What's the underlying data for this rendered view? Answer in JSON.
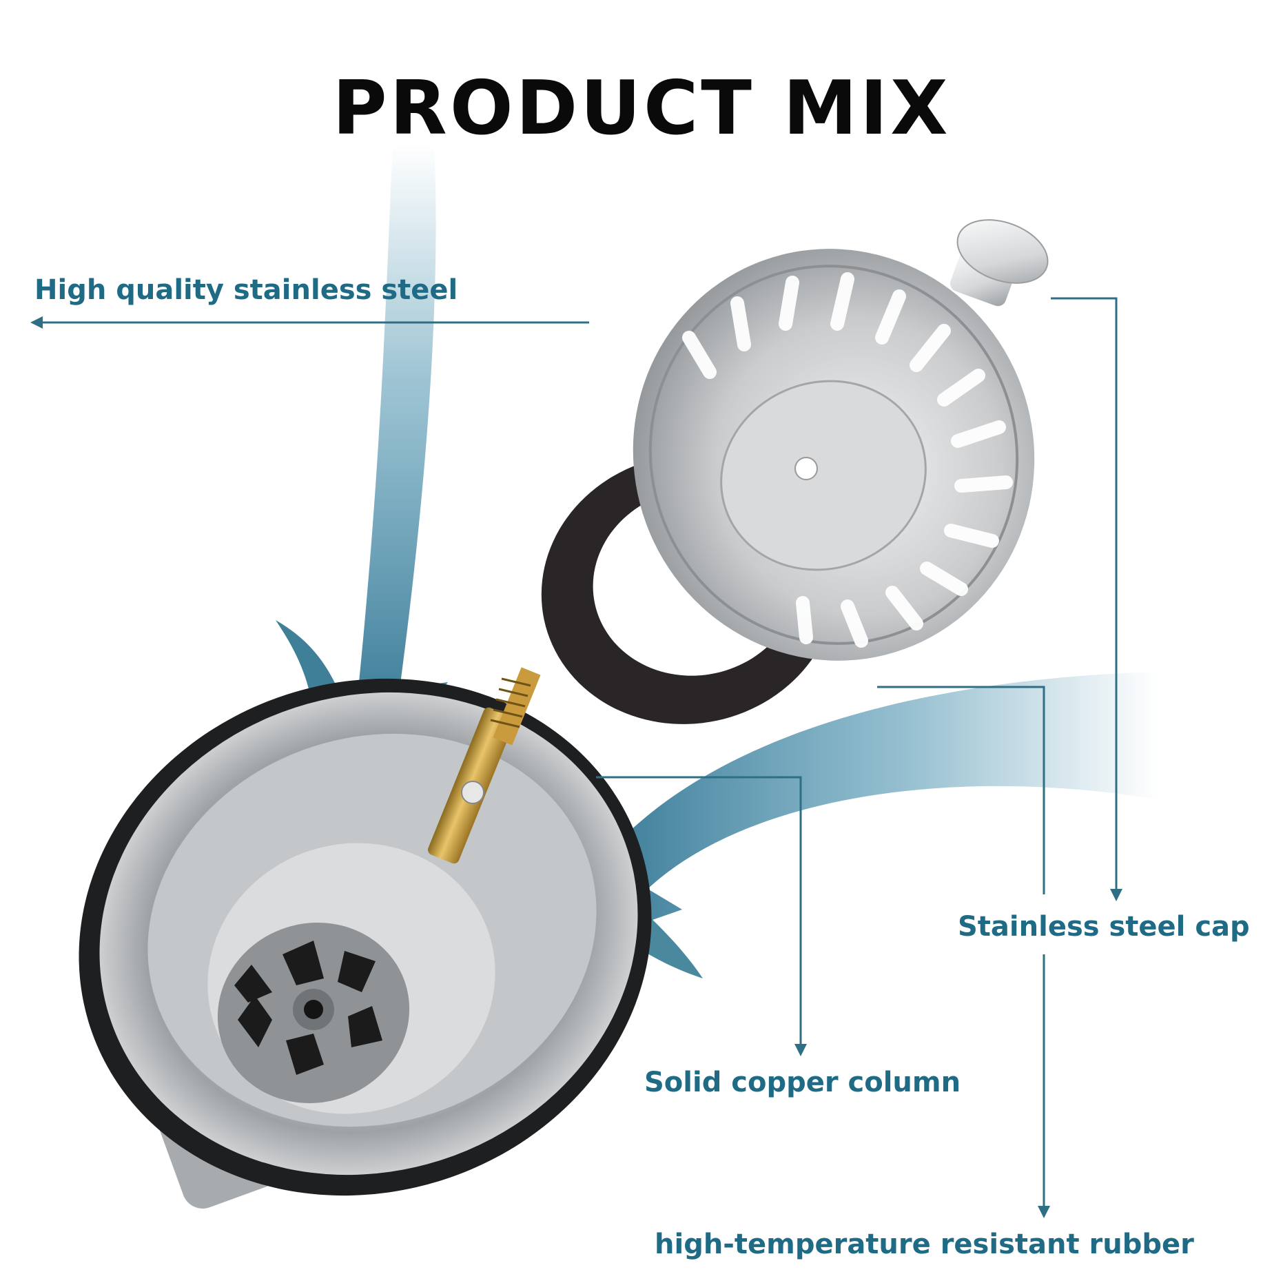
{
  "title": "PRODUCT MIX",
  "callouts": {
    "stainless_steel": "High quality stainless steel",
    "steel_cap": "Stainless steel cap",
    "copper_column": "Solid copper column",
    "rubber": "high-temperature resistant rubber"
  },
  "colors": {
    "label": "#1f6b85",
    "line": "#2f6f86",
    "arrow": "#1d6a86",
    "title": "#0a0a0a"
  }
}
